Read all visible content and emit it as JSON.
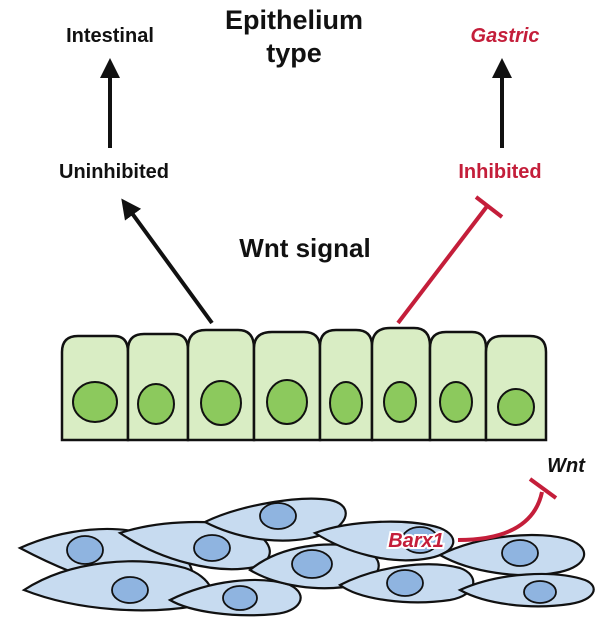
{
  "title": {
    "line1": "Epithelium",
    "line2": "type"
  },
  "outcomes": {
    "intestinal": "Intestinal",
    "gastric": "Gastric"
  },
  "wnt_states": {
    "uninhibited": "Uninhibited",
    "inhibited": "Inhibited"
  },
  "center_label": "Wnt signal",
  "mesenchyme": {
    "barx1_label": "Barx1",
    "wnt_label": "Wnt"
  },
  "colors": {
    "black": "#111111",
    "inhibition_red": "#c41e3a",
    "epithelium_fill": "#d9edc4",
    "nucleus_green": "#8cc95d",
    "mesenchyme_fill": "#c7dbf0",
    "mesenchyme_nucleus": "#8fb4e0"
  }
}
